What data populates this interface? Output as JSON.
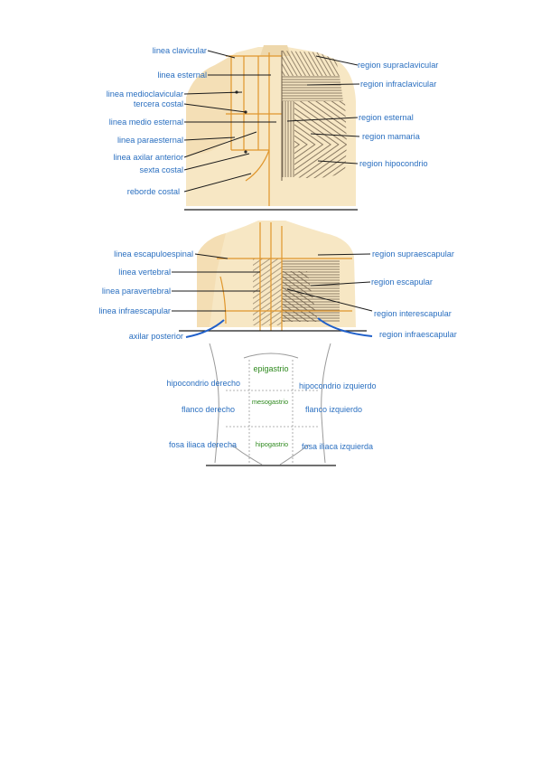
{
  "colors": {
    "skin": "#f7e7c4",
    "skin_shade": "#eed8ac",
    "label_blue": "#2a6fc0",
    "label_green": "#2f8a1f",
    "orange_line": "#e0962c",
    "hatch": "#7a6a55",
    "blue_stroke": "#1f5fc9"
  },
  "anterior": {
    "left_labels": [
      "linea clavicular",
      "linea esternal",
      "linea medioclavicular",
      "tercera costal",
      "linea medio esternal",
      "linea paraesternal",
      "linea axilar anterior",
      "sexta costal",
      "reborde costal"
    ],
    "right_labels": [
      "region supraclavicular",
      "region infraclavicular",
      "region esternal",
      "region mamaria",
      "region hipocondrio"
    ]
  },
  "posterior": {
    "left_labels": [
      "linea escapuloespinal",
      "linea vertebral",
      "linea paravertebral",
      "linea infraescapular",
      "axilar posterior"
    ],
    "right_labels": [
      "region supraescapular",
      "region escapular",
      "region interescapular",
      "region infraescapular"
    ]
  },
  "abdomen": {
    "left_labels": [
      "hipocondrio derecho",
      "flanco derecho",
      "fosa iliaca derecha"
    ],
    "center_labels": [
      "epigastrio",
      "mesogastrio",
      "hipogastrio"
    ],
    "right_labels": [
      "hipocondrio izquierdo",
      "flanco izquierdo",
      "fosa iliaca izquierda"
    ]
  }
}
